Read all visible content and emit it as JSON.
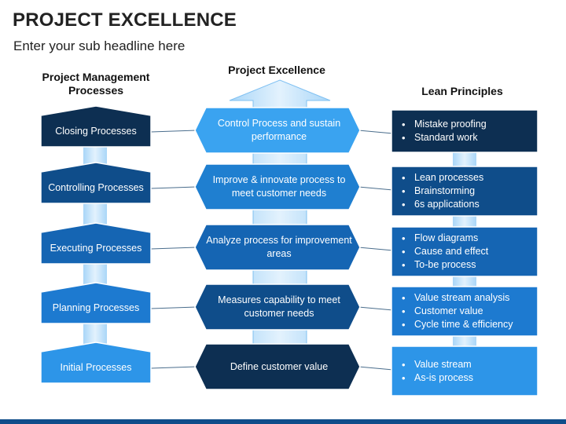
{
  "title": "PROJECT EXCELLENCE",
  "subtitle": "Enter your sub headline here",
  "columns": {
    "left": "Project Management Processes",
    "center": "Project Excellence",
    "right": "Lean Principles"
  },
  "rows": [
    {
      "process": "Closing Processes",
      "excellence": "Control Process and sustain performance",
      "lean": [
        "Mistake proofing",
        "Standard work"
      ]
    },
    {
      "process": "Controlling Processes",
      "excellence": "Improve & innovate process to meet customer needs",
      "lean": [
        "Lean processes",
        "Brainstorming",
        "6s applications"
      ]
    },
    {
      "process": "Executing Processes",
      "excellence": "Analyze process for improvement areas",
      "lean": [
        "Flow diagrams",
        "Cause and effect",
        "To-be process"
      ]
    },
    {
      "process": "Planning Processes",
      "excellence": "Measures capability to meet customer needs",
      "lean": [
        "Value stream analysis",
        "Customer value",
        "Cycle time & efficiency"
      ]
    },
    {
      "process": "Initial Processes",
      "excellence": "Define customer value",
      "lean": [
        "Value stream",
        "As-is process"
      ]
    }
  ],
  "colors": {
    "left": [
      "#0d2f52",
      "#0f4d8a",
      "#1565b3",
      "#1d7ad0",
      "#2d95e8"
    ],
    "center": [
      "#3aa3f0",
      "#1f7fd0",
      "#1565b3",
      "#0f4d8a",
      "#0d2f52"
    ],
    "right": [
      "#0d2f52",
      "#0f4d8a",
      "#1565b3",
      "#1d7ad0",
      "#2d95e8"
    ],
    "spine": "#bfe1fb",
    "footer": "#0f4d8a"
  }
}
